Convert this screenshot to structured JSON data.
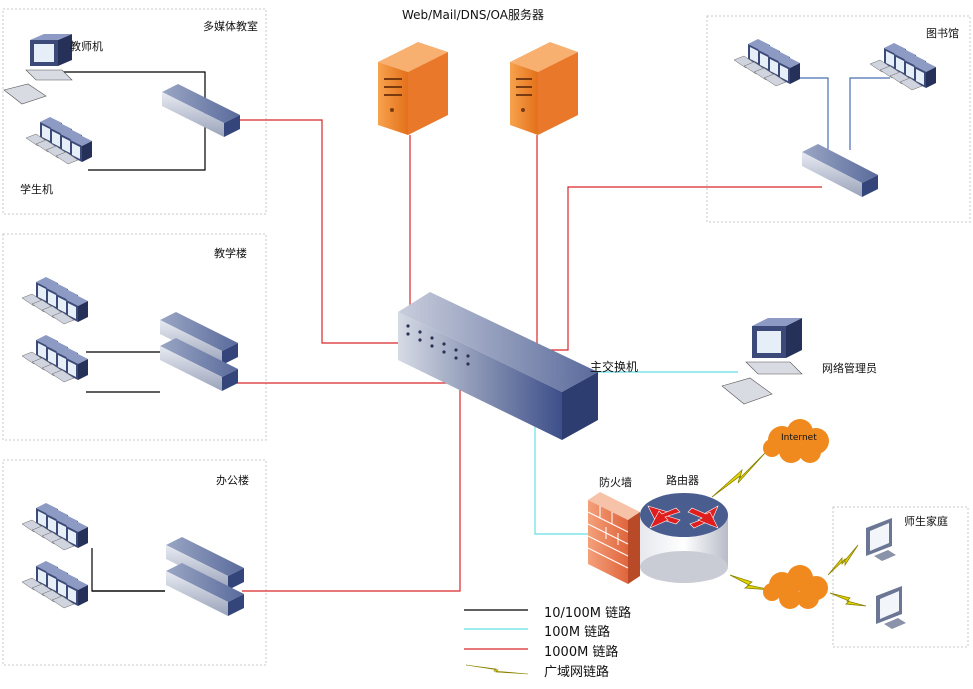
{
  "labels": {
    "servers": "Web/Mail/DNS/OA服务器",
    "multimedia_room": "多媒体教室",
    "teacher_pc": "教师机",
    "student_pc": "学生机",
    "library": "图书馆",
    "teaching_building": "教学楼",
    "main_switch": "主交换机",
    "network_admin": "网络管理员",
    "office_building": "办公楼",
    "firewall": "防火墙",
    "router": "路由器",
    "internet": "Internet",
    "home": "师生家庭"
  },
  "legend": [
    {
      "label": "10/100M  链路",
      "color": "#000000",
      "kind": "line"
    },
    {
      "label": "100M  链路",
      "color": "#66e0e8",
      "kind": "line"
    },
    {
      "label": "1000M  链路",
      "color": "#d9262b",
      "kind": "line"
    },
    {
      "label": "广域网链路",
      "color": "#e2d400",
      "kind": "wan"
    }
  ],
  "colors": {
    "link_10_100": "#000000",
    "link_100": "#66e0e8",
    "link_1000": "#d9262b",
    "wan": "#e2d400",
    "server": "#ef7d22",
    "cloud": "#f08a1e",
    "switch": "#4a5d8f",
    "box_border": "#c8c8c8"
  }
}
